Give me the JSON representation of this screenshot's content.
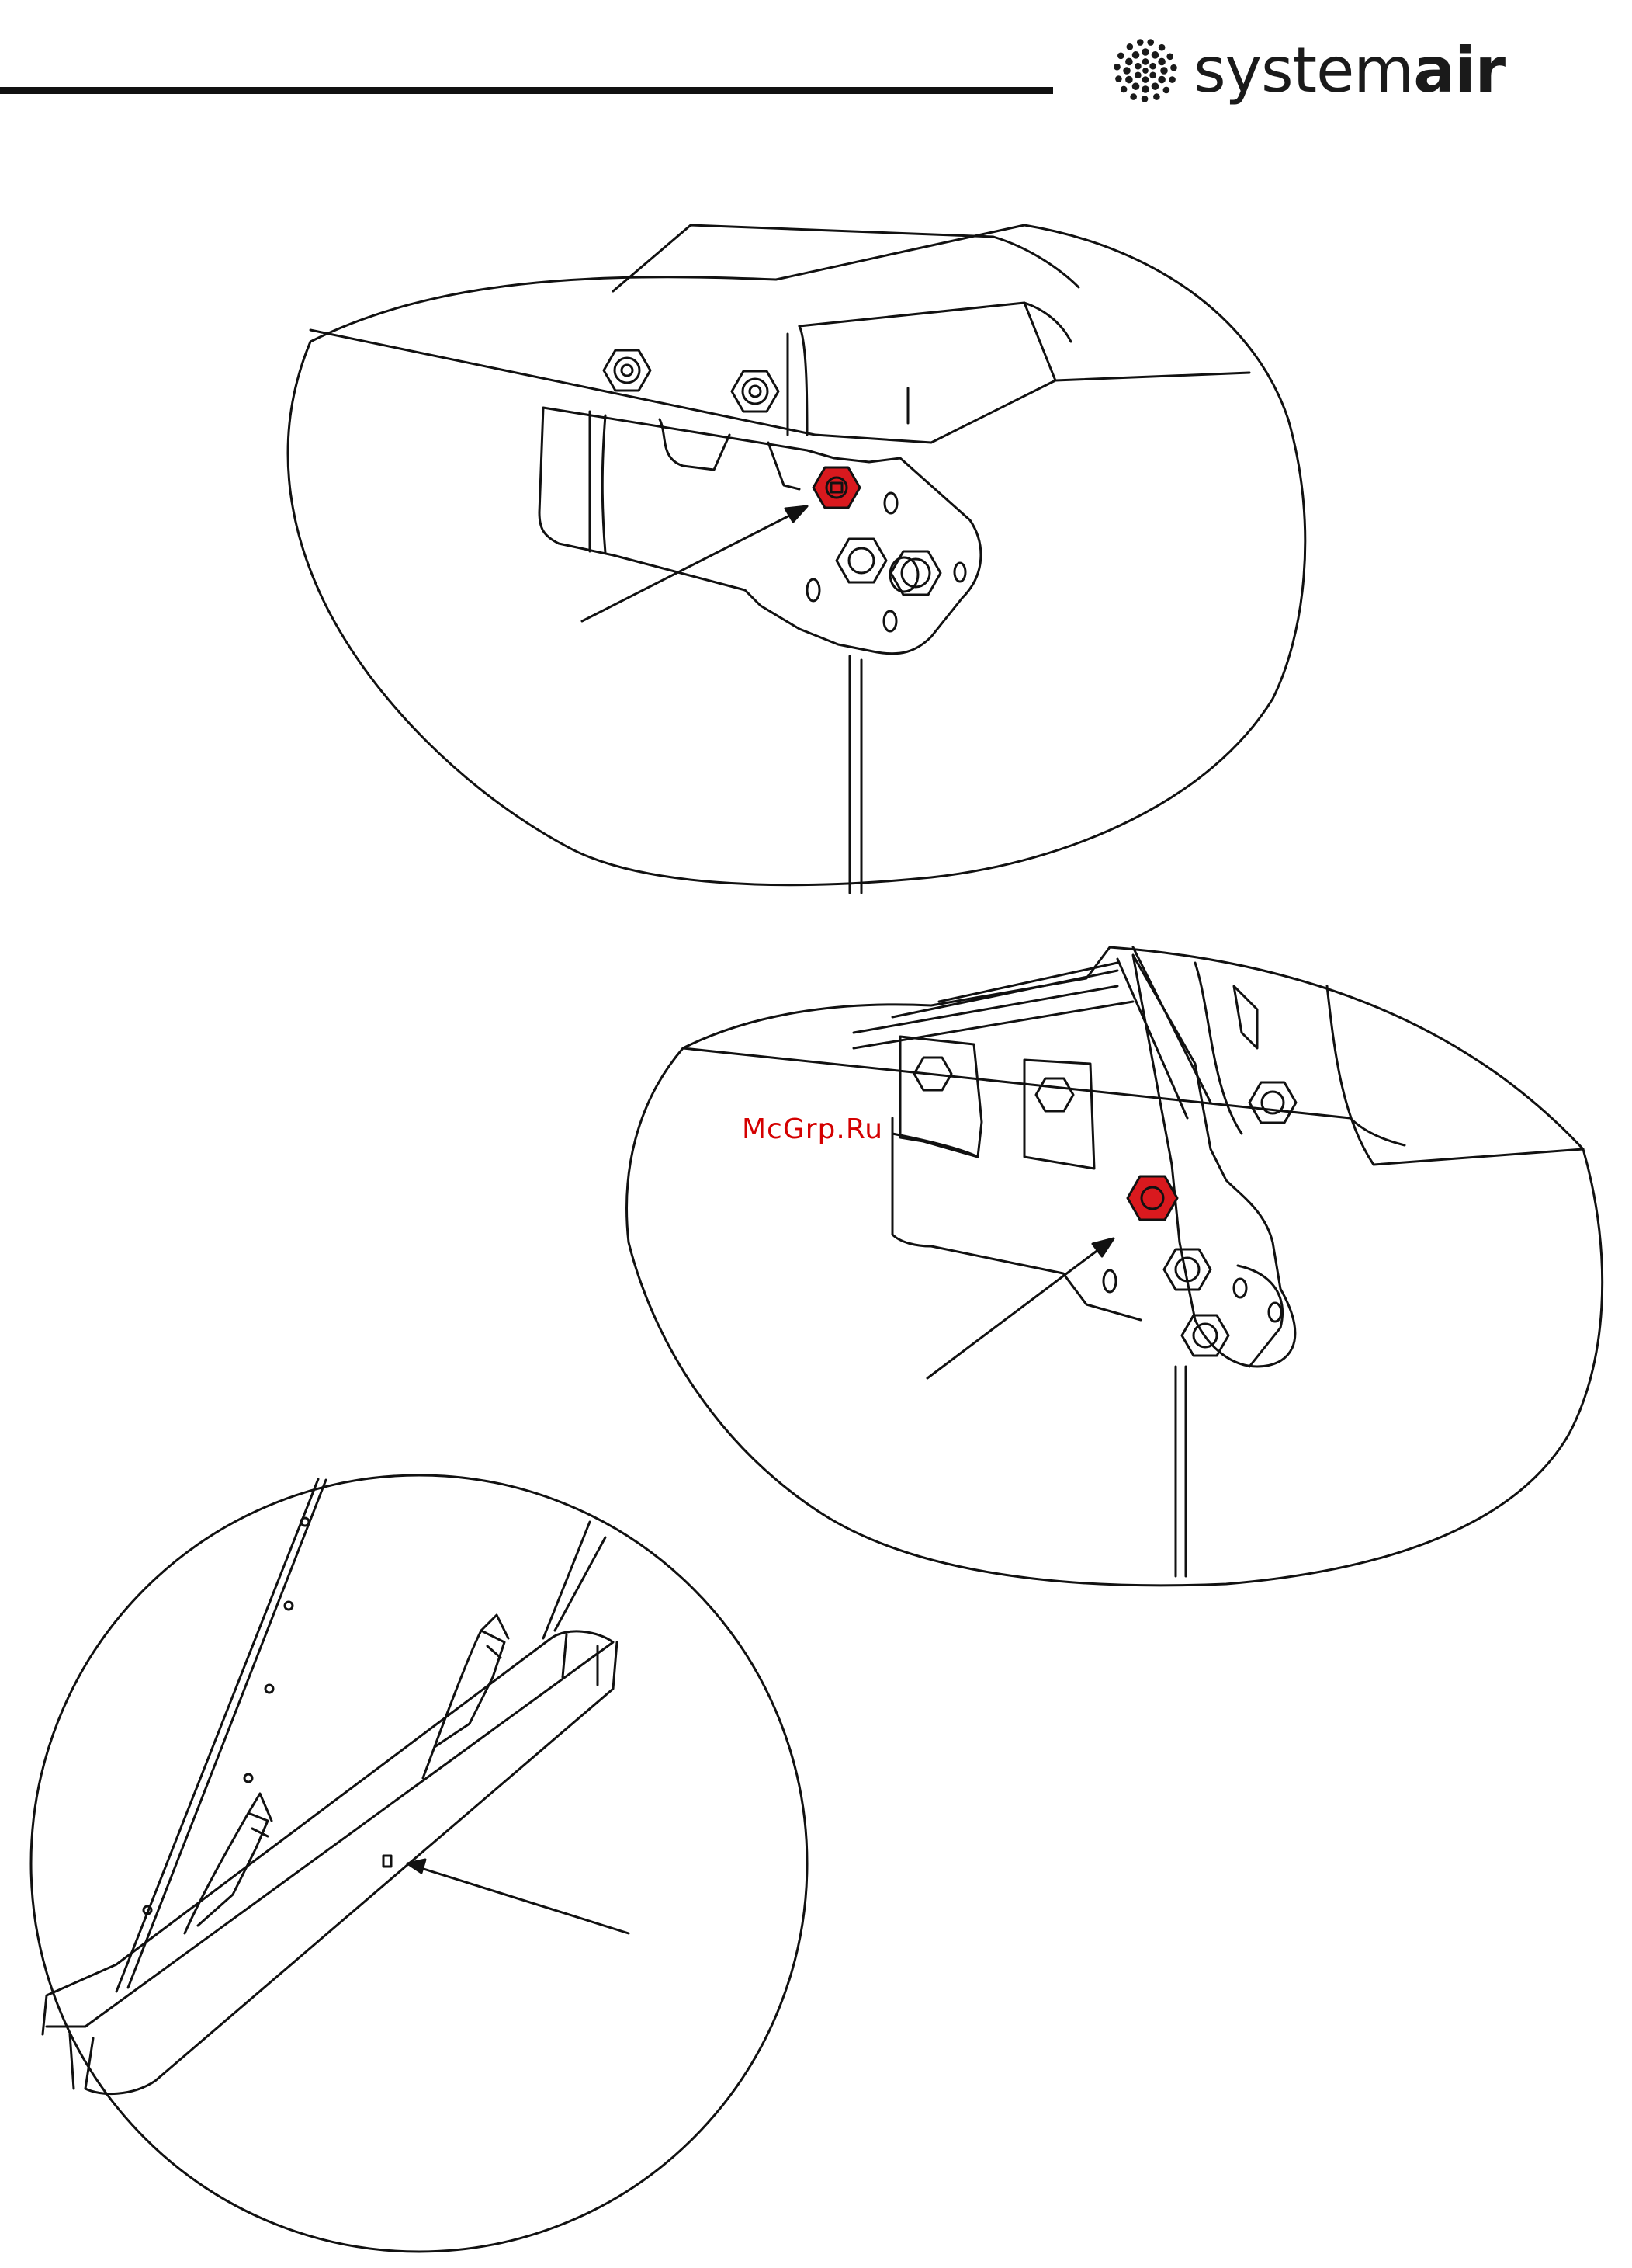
{
  "header": {
    "brand_prefix": "system",
    "brand_suffix": "air",
    "brand_color": "#1a1a1a"
  },
  "watermark": {
    "text": "McGrp.Ru",
    "color": "#d40000"
  },
  "highlight_color": "#d9191e",
  "figures": [
    {
      "name": "hinge-detail-top",
      "icon": "hinge-bracket-drawing"
    },
    {
      "name": "hinge-detail-middle",
      "icon": "hinge-bracket-drawing"
    },
    {
      "name": "rail-detail-bottom",
      "icon": "rail-fixing-drawing"
    }
  ]
}
